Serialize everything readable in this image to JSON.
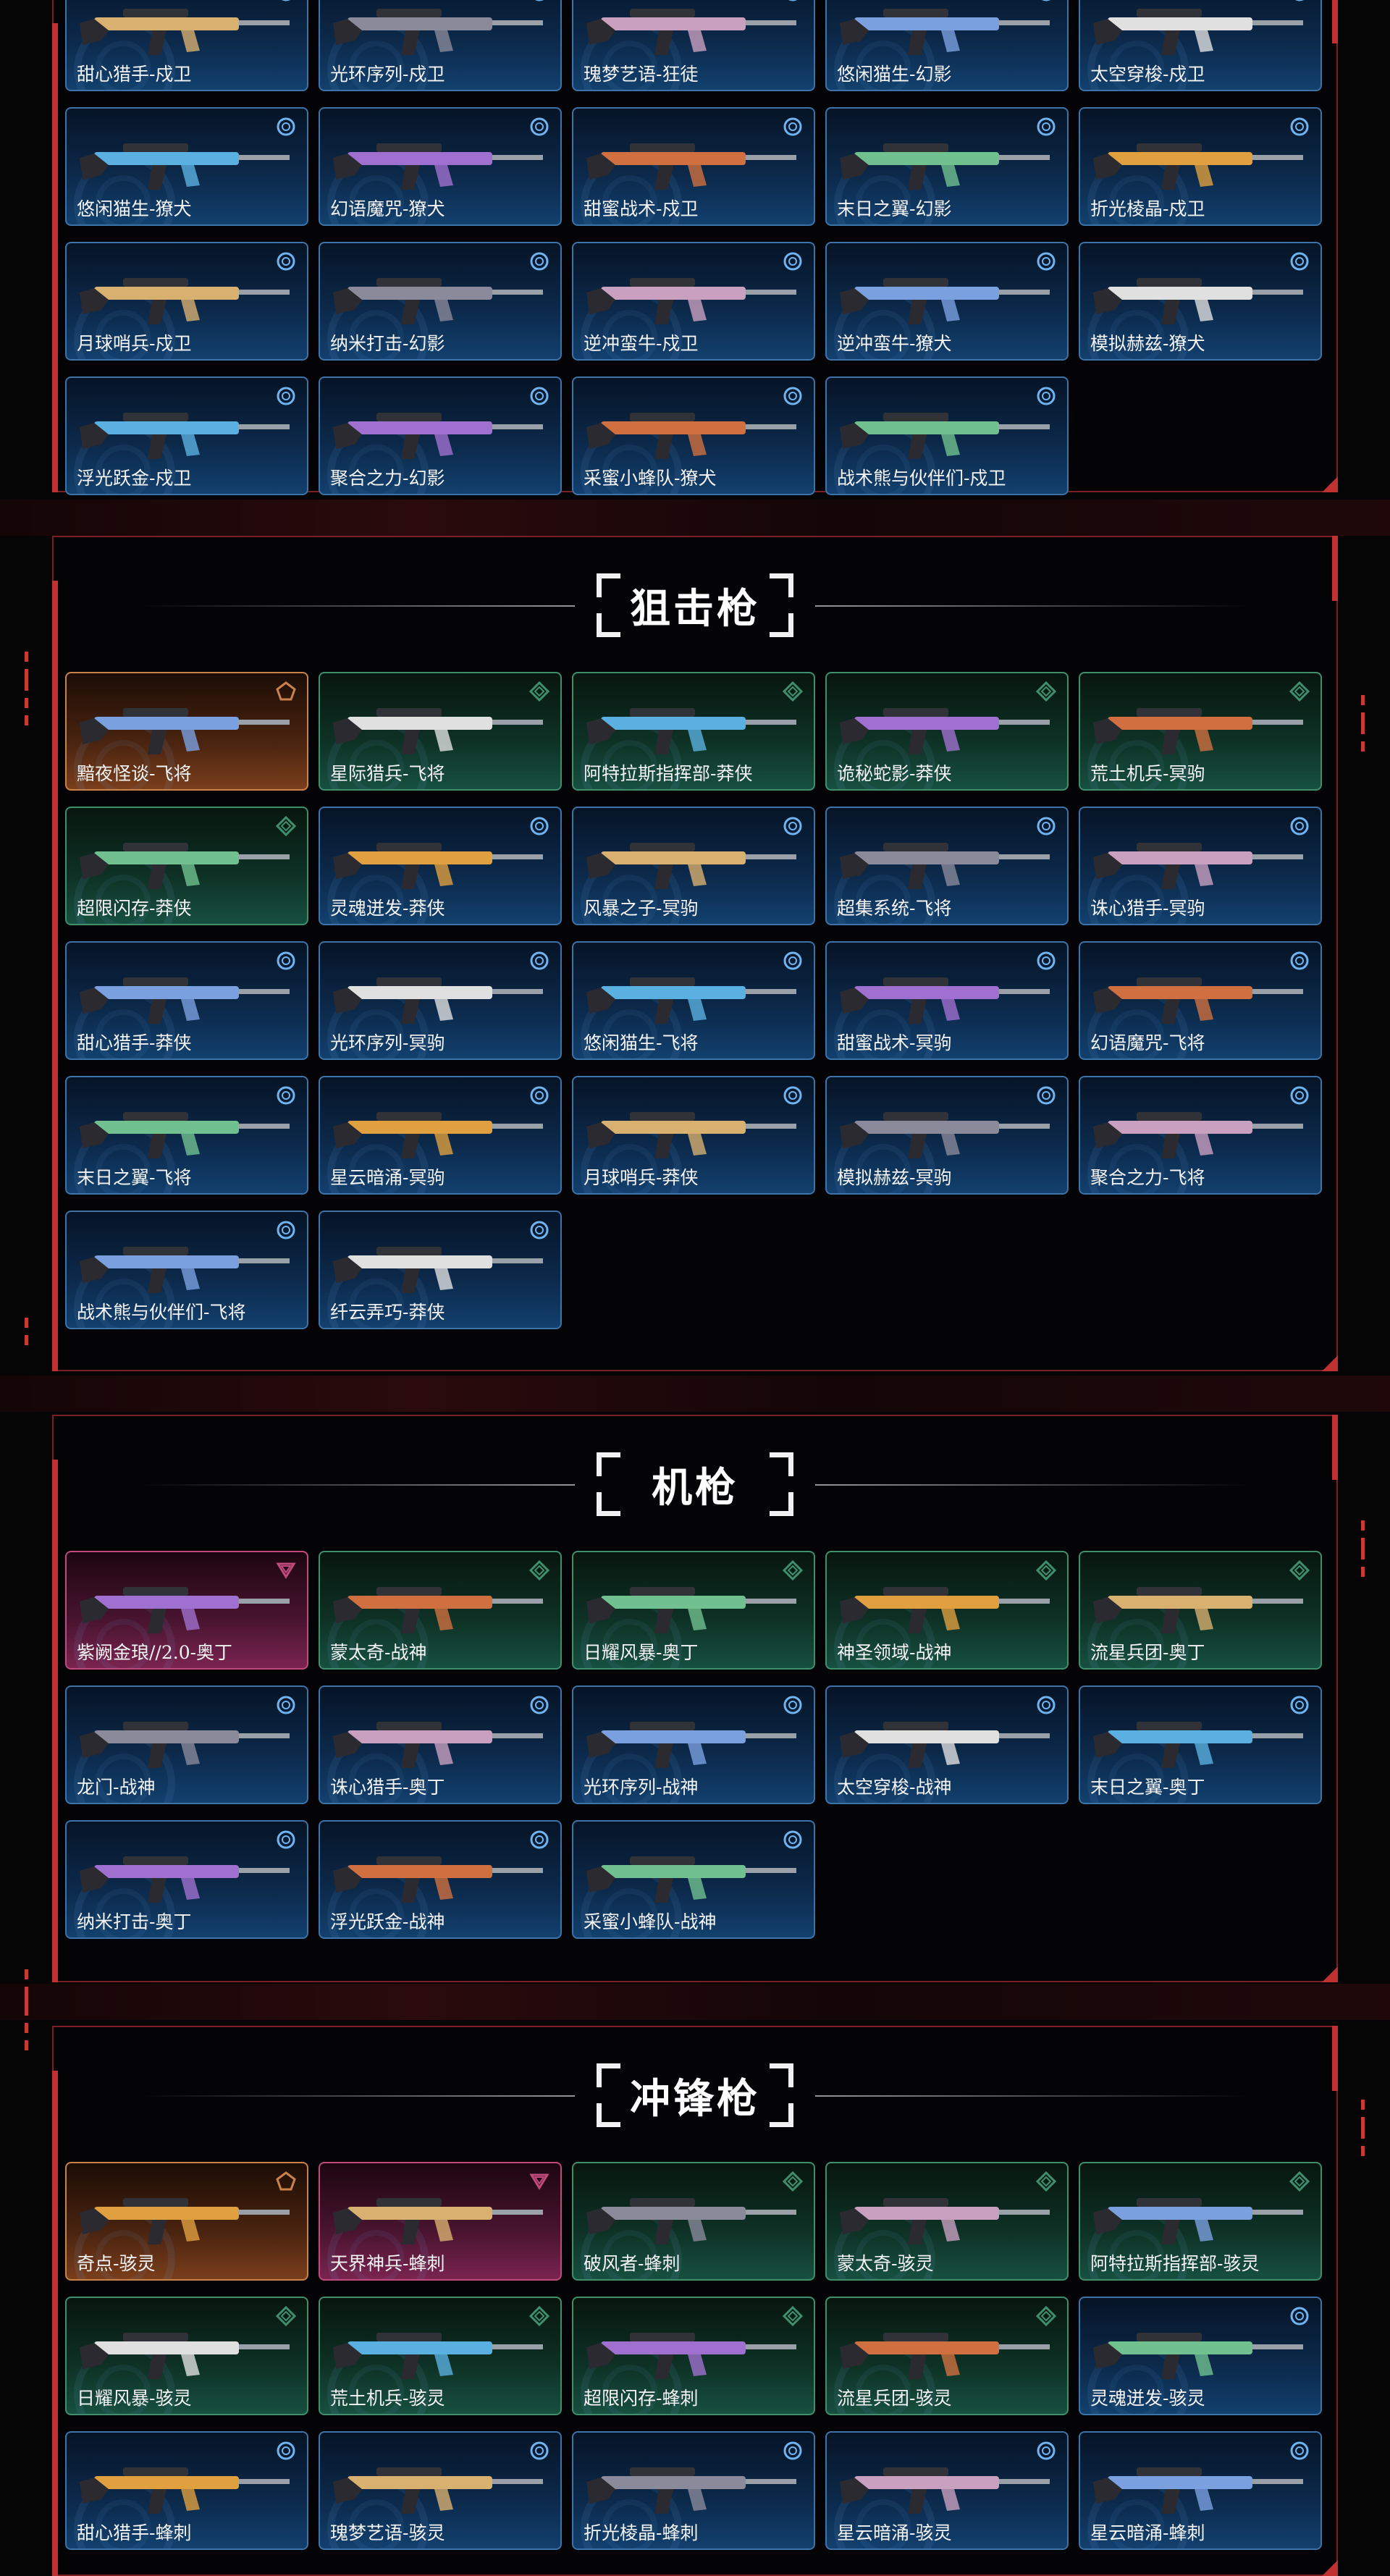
{
  "sections": [
    {
      "id": "top",
      "title": "",
      "cards": [
        {
          "label": "甜心猎手-戍卫",
          "tier": "blue"
        },
        {
          "label": "光环序列-戍卫",
          "tier": "blue"
        },
        {
          "label": "瑰梦艺语-狂徒",
          "tier": "blue"
        },
        {
          "label": "悠闲猫生-幻影",
          "tier": "blue"
        },
        {
          "label": "太空穿梭-戍卫",
          "tier": "blue"
        },
        {
          "label": "悠闲猫生-獠犬",
          "tier": "blue"
        },
        {
          "label": "幻语魔咒-獠犬",
          "tier": "blue"
        },
        {
          "label": "甜蜜战术-戍卫",
          "tier": "blue"
        },
        {
          "label": "末日之翼-幻影",
          "tier": "blue"
        },
        {
          "label": "折光棱晶-戍卫",
          "tier": "blue"
        },
        {
          "label": "月球哨兵-戍卫",
          "tier": "blue"
        },
        {
          "label": "纳米打击-幻影",
          "tier": "blue"
        },
        {
          "label": "逆冲蛮牛-戍卫",
          "tier": "blue"
        },
        {
          "label": "逆冲蛮牛-獠犬",
          "tier": "blue"
        },
        {
          "label": "模拟赫兹-獠犬",
          "tier": "blue"
        },
        {
          "label": "浮光跃金-戍卫",
          "tier": "blue"
        },
        {
          "label": "聚合之力-幻影",
          "tier": "blue"
        },
        {
          "label": "采蜜小蜂队-獠犬",
          "tier": "blue"
        },
        {
          "label": "战术熊与伙伴们-戍卫",
          "tier": "blue"
        }
      ]
    },
    {
      "id": "sniper",
      "title": "狙击枪",
      "cards": [
        {
          "label": "黯夜怪谈-飞将",
          "tier": "orange"
        },
        {
          "label": "星际猎兵-飞将",
          "tier": "green"
        },
        {
          "label": "阿特拉斯指挥部-莽侠",
          "tier": "green"
        },
        {
          "label": "诡秘蛇影-莽侠",
          "tier": "green"
        },
        {
          "label": "荒土机兵-冥驹",
          "tier": "green"
        },
        {
          "label": "超限闪存-莽侠",
          "tier": "green"
        },
        {
          "label": "灵魂迸发-莽侠",
          "tier": "blue"
        },
        {
          "label": "风暴之子-冥驹",
          "tier": "blue"
        },
        {
          "label": "超集系统-飞将",
          "tier": "blue"
        },
        {
          "label": "诛心猎手-冥驹",
          "tier": "blue"
        },
        {
          "label": "甜心猎手-莽侠",
          "tier": "blue"
        },
        {
          "label": "光环序列-冥驹",
          "tier": "blue"
        },
        {
          "label": "悠闲猫生-飞将",
          "tier": "blue"
        },
        {
          "label": "甜蜜战术-冥驹",
          "tier": "blue"
        },
        {
          "label": "幻语魔咒-飞将",
          "tier": "blue"
        },
        {
          "label": "末日之翼-飞将",
          "tier": "blue"
        },
        {
          "label": "星云暗涌-冥驹",
          "tier": "blue"
        },
        {
          "label": "月球哨兵-莽侠",
          "tier": "blue"
        },
        {
          "label": "模拟赫兹-冥驹",
          "tier": "blue"
        },
        {
          "label": "聚合之力-飞将",
          "tier": "blue"
        },
        {
          "label": "战术熊与伙伴们-飞将",
          "tier": "blue"
        },
        {
          "label": "纤云弄巧-莽侠",
          "tier": "blue"
        }
      ]
    },
    {
      "id": "mg",
      "title": "机枪",
      "cards": [
        {
          "label": "紫阙金琅//2.0-奥丁",
          "tier": "pink"
        },
        {
          "label": "蒙太奇-战神",
          "tier": "green"
        },
        {
          "label": "日耀风暴-奥丁",
          "tier": "green"
        },
        {
          "label": "神圣领域-战神",
          "tier": "green"
        },
        {
          "label": "流星兵团-奥丁",
          "tier": "green"
        },
        {
          "label": "龙门-战神",
          "tier": "blue"
        },
        {
          "label": "诛心猎手-奥丁",
          "tier": "blue"
        },
        {
          "label": "光环序列-战神",
          "tier": "blue"
        },
        {
          "label": "太空穿梭-战神",
          "tier": "blue"
        },
        {
          "label": "末日之翼-奥丁",
          "tier": "blue"
        },
        {
          "label": "纳米打击-奥丁",
          "tier": "blue"
        },
        {
          "label": "浮光跃金-战神",
          "tier": "blue"
        },
        {
          "label": "采蜜小蜂队-战神",
          "tier": "blue"
        }
      ]
    },
    {
      "id": "smg",
      "title": "冲锋枪",
      "cards": [
        {
          "label": "奇点-骇灵",
          "tier": "orange"
        },
        {
          "label": "天界神兵-蜂刺",
          "tier": "pink"
        },
        {
          "label": "破风者-蜂刺",
          "tier": "green"
        },
        {
          "label": "蒙太奇-骇灵",
          "tier": "green"
        },
        {
          "label": "阿特拉斯指挥部-骇灵",
          "tier": "green"
        },
        {
          "label": "日耀风暴-骇灵",
          "tier": "green"
        },
        {
          "label": "荒土机兵-骇灵",
          "tier": "green"
        },
        {
          "label": "超限闪存-蜂刺",
          "tier": "green"
        },
        {
          "label": "流星兵团-骇灵",
          "tier": "green"
        },
        {
          "label": "灵魂迸发-骇灵",
          "tier": "blue"
        },
        {
          "label": "甜心猎手-蜂刺",
          "tier": "blue"
        },
        {
          "label": "瑰梦艺语-骇灵",
          "tier": "blue"
        },
        {
          "label": "折光棱晶-蜂刺",
          "tier": "blue"
        },
        {
          "label": "星云暗涌-骇灵",
          "tier": "blue"
        },
        {
          "label": "星云暗涌-蜂刺",
          "tier": "blue"
        }
      ]
    }
  ],
  "colors": {
    "accent_red": "#c23131",
    "tier_blue": "#3e73a8",
    "tier_green": "#3f8f6d",
    "tier_orange": "#c9824a",
    "tier_pink": "#c04a7c"
  }
}
